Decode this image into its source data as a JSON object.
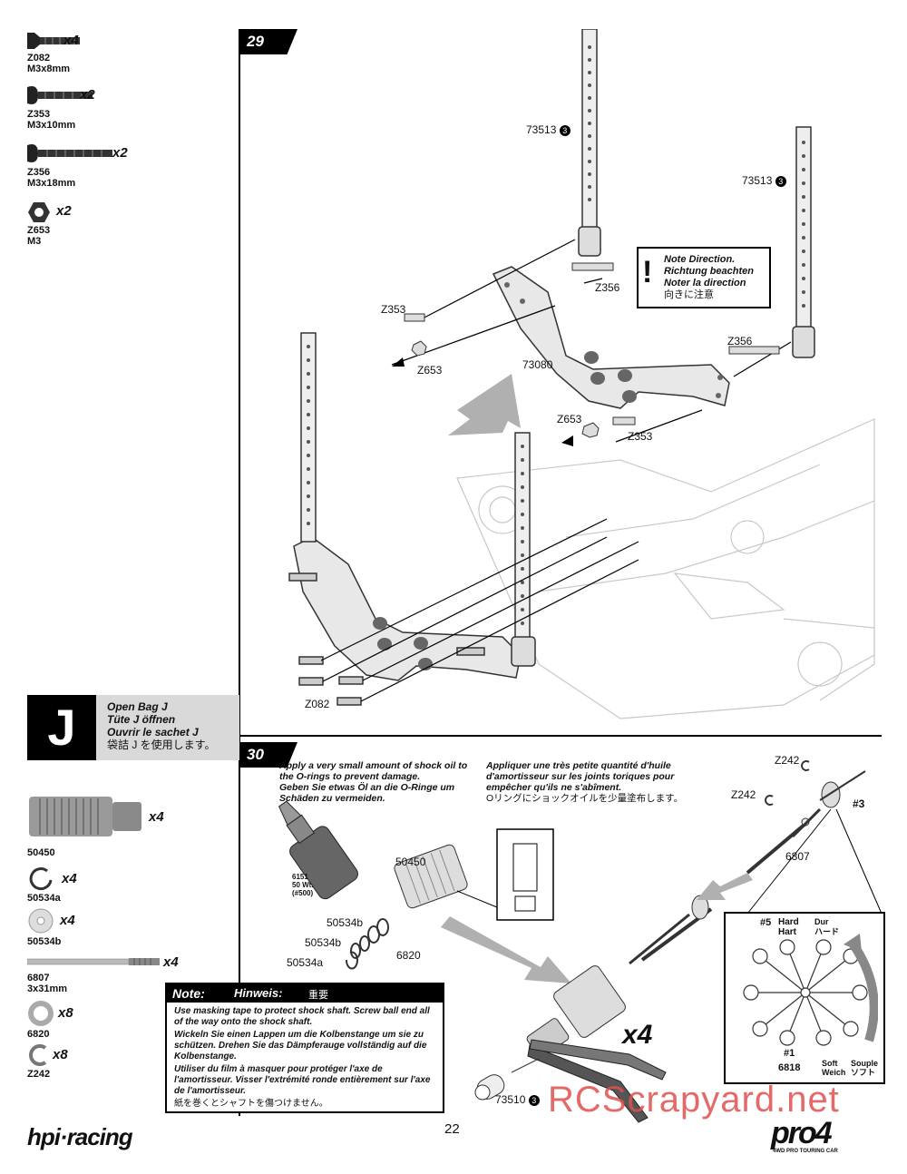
{
  "sidebar_top": [
    {
      "code": "Z082",
      "size": "M3x8mm",
      "qty": "x4",
      "icon": "screw-countersunk-icon"
    },
    {
      "code": "Z353",
      "size": "M3x10mm",
      "qty": "x2",
      "icon": "screw-button-icon"
    },
    {
      "code": "Z356",
      "size": "M3x18mm",
      "qty": "x2",
      "icon": "screw-long-icon"
    },
    {
      "code": "Z653",
      "size": "M3",
      "qty": "x2",
      "icon": "nut-icon"
    }
  ],
  "bag": {
    "letter": "J",
    "lines": [
      "Open Bag J",
      "Tüte J öffnen",
      "Ouvrir le sachet J",
      "袋詰 J を使用します。"
    ]
  },
  "sidebar_bottom": [
    {
      "code": "50450",
      "size": "",
      "qty": "x4",
      "icon": "shock-body-icon"
    },
    {
      "code": "50534a",
      "size": "",
      "qty": "x4",
      "icon": "circlip-icon"
    },
    {
      "code": "50534b",
      "size": "",
      "qty": "x4",
      "icon": "washer-icon"
    },
    {
      "code": "6807",
      "size": "3x31mm",
      "qty": "x4",
      "icon": "shock-shaft-icon"
    },
    {
      "code": "6820",
      "size": "",
      "qty": "x8",
      "icon": "oring-icon"
    },
    {
      "code": "Z242",
      "size": "",
      "qty": "x8",
      "icon": "eclip-icon"
    }
  ],
  "step29": {
    "number": "29",
    "labels": {
      "post_top": "73513",
      "post_right": "73513",
      "z356_a": "Z356",
      "z356_b": "Z356",
      "z353_a": "Z353",
      "z353_b": "Z353",
      "z653_a": "Z653",
      "z653_b": "Z653",
      "mount": "73080",
      "z082": "Z082",
      "circle": "3"
    },
    "note": [
      "Note Direction.",
      "Richtung beachten",
      "Noter la direction",
      "向きに注意"
    ]
  },
  "step30": {
    "number": "30",
    "instr_en": "Apply a very small amount of shock oil to the O-rings to prevent damage.",
    "instr_de": "Geben Sie etwas Öl an die O-Ringe um Schäden zu vermeiden.",
    "instr_fr": "Appliquer une très petite quantité d'huile d'amortisseur sur les joints toriques pour empêcher qu'ils ne s'abîment.",
    "instr_jp": "Oリングにショックオイルを少量塗布します。",
    "oil_code": "6151",
    "oil_wt": "50 Wt.",
    "oil_sub": "(#500)",
    "labels": {
      "shock": "50450",
      "w1": "50534b",
      "w2": "50534b",
      "clip": "50534a",
      "oring": "6820",
      "shaft": "6807",
      "z242a": "Z242",
      "z242b": "Z242",
      "pos": "#3",
      "end": "73510",
      "end_circle": "3",
      "x4": "x4"
    },
    "piston": {
      "top_left": "#5",
      "hard": "Hard",
      "hart": "Hart",
      "dur": "Dur",
      "hard_jp": "ハード",
      "bottom": "#1",
      "soft": "Soft",
      "weich": "Weich",
      "soft_fr": "Souple",
      "soft_jp": "ソフト",
      "code": "6818"
    },
    "note": {
      "title_en": "Note:",
      "title_de": "Hinweis:",
      "title_jp": "重要",
      "lines": [
        "Use masking tape to protect shock shaft. Screw ball end all of the way onto the shock shaft.",
        "Wickeln Sie einen Lappen um die Kolbenstange um sie zu schützen. Drehen Sie das Dämpferauge vollständig auf die Kolbenstange.",
        "Utiliser du film à masquer pour protéger l'axe de l'amortisseur. Visser l'extrémité ronde entièrement sur l'axe de l'amortisseur.",
        "紙を巻くとシャフトを傷つけません。"
      ]
    }
  },
  "footer": {
    "brand_left": "hpi·racing",
    "page": "22",
    "brand_right": "pro4",
    "brand_right_sub": "4WD PRO TOURING CAR",
    "watermark": "RCScrapyard.net"
  },
  "colors": {
    "ink": "#111111",
    "arrow_gray": "#b0b0b0",
    "panel_gray": "#d9d9d9",
    "watermark": "#e05050"
  }
}
